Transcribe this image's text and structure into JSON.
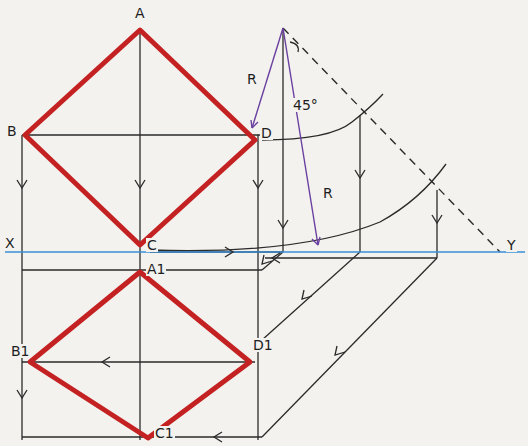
{
  "diagram": {
    "labels": [
      "A",
      "B",
      "D",
      "C",
      "X",
      "Y",
      "A1",
      "B1",
      "D1",
      "C1",
      "R",
      "R",
      "45°"
    ]
  }
}
